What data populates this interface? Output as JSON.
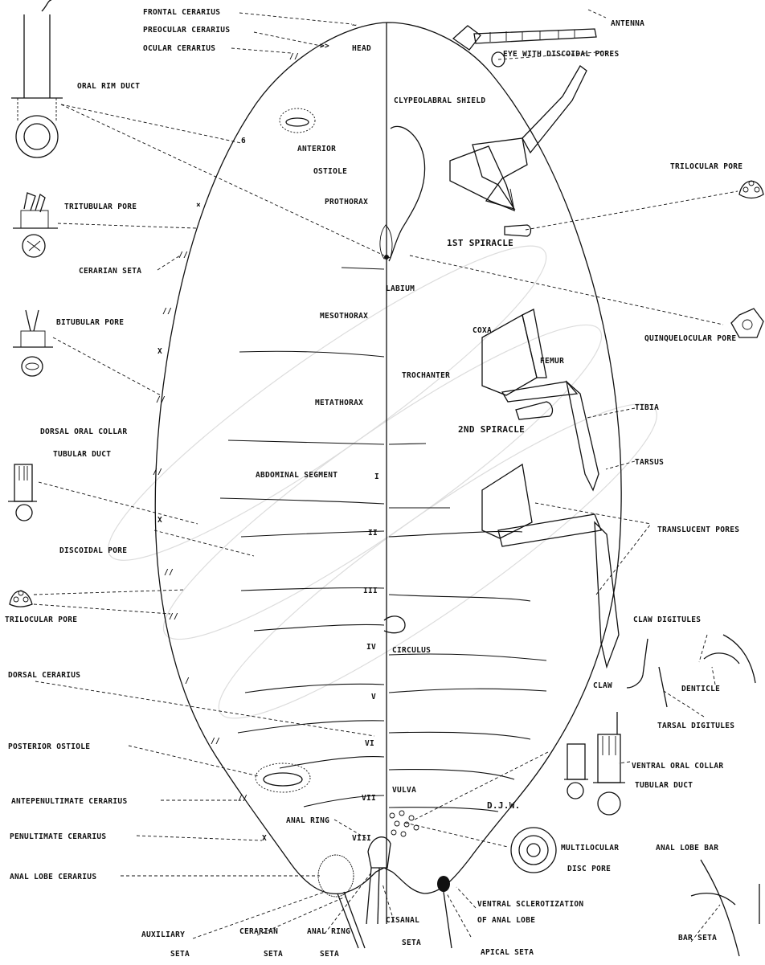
{
  "labels": {
    "frontal_cerarius": "FRONTAL CERARIUS",
    "preocular_cerarius": "PREOCULAR CERARIUS",
    "ocular_cerarius": "OCULAR CERARIUS",
    "head": "HEAD",
    "antenna": "ANTENNA",
    "eye": "EYE WITH DISCOIDAL PORES",
    "oral_rim_duct": "ORAL RIM DUCT",
    "clypeolabral_shield": "CLYPEOLABRAL SHIELD",
    "anterior": "ANTERIOR",
    "ostiole": "OSTIOLE",
    "trilocular_pore_right": "TRILOCULAR PORE",
    "prothorax": "PROTHORAX",
    "tritubular_pore": "TRITUBULAR PORE",
    "first_spiracle": "1ST SPIRACLE",
    "cerarian_seta_left": "CERARIAN SETA",
    "labium": "LABIUM",
    "mesothorax": "MESOTHORAX",
    "bitubular_pore": "BITUBULAR PORE",
    "quinquelocular_pore": "QUINQUELOCULAR PORE",
    "coxa": "COXA",
    "femur": "FEMUR",
    "trochanter": "TROCHANTER",
    "metathorax": "METATHORAX",
    "tibia": "TIBIA",
    "second_spiracle": "2ND SPIRACLE",
    "dorsal_oral_collar_1": "DORSAL ORAL COLLAR",
    "dorsal_oral_collar_2": "TUBULAR DUCT",
    "tarsus": "TARSUS",
    "abdominal_segment": "ABDOMINAL SEGMENT",
    "seg_i": "I",
    "seg_ii": "II",
    "seg_iii": "III",
    "seg_iv": "IV",
    "seg_v": "V",
    "seg_vi": "VI",
    "seg_vii": "VII",
    "seg_viii": "VIII",
    "translucent_pores": "TRANSLUCENT PORES",
    "discoidal_pore": "DISCOIDAL PORE",
    "trilocular_pore_left": "TRILOCULAR PORE",
    "claw_digitules": "CLAW DIGITULES",
    "circulus": "CIRCULUS",
    "dorsal_cerarius": "DORSAL CERARIUS",
    "claw": "CLAW",
    "denticle": "DENTICLE",
    "tarsal_digitules": "TARSAL DIGITULES",
    "posterior_ostiole": "POSTERIOR OSTIOLE",
    "ventral_oral_collar_1": "VENTRAL ORAL COLLAR",
    "ventral_oral_collar_2": "TUBULAR DUCT",
    "vulva": "VULVA",
    "antepenultimate_cerarius": "ANTEPENULTIMATE CERARIUS",
    "djw": "D.J.W.",
    "anal_ring_top": "ANAL RING",
    "penultimate_cerarius": "PENULTIMATE CERARIUS",
    "multilocular_1": "MULTILOCULAR",
    "multilocular_2": "DISC PORE",
    "anal_lobe_bar": "ANAL LOBE BAR",
    "anal_lobe_cerarius": "ANAL LOBE CERARIUS",
    "ventral_sclerotization_1": "VENTRAL SCLEROTIZATION",
    "ventral_sclerotization_2": "OF ANAL LOBE",
    "auxiliary_1": "AUXILIARY",
    "auxiliary_2": "SETA",
    "cerarian_seta_bottom_1": "CERARIAN",
    "cerarian_seta_bottom_2": "SETA",
    "anal_ring_seta_1": "ANAL RING",
    "anal_ring_seta_2": "SETA",
    "cisanal_1": "CISANAL",
    "cisanal_2": "SETA",
    "apical_seta": "APICAL SETA",
    "bar_seta": "BAR SETA"
  }
}
